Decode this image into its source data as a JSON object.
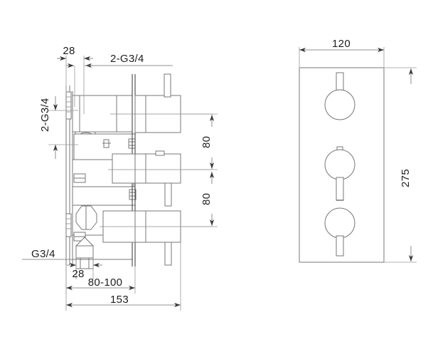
{
  "drawing": {
    "title": "Concealed thermostatic shower valve technical drawing",
    "units": "mm",
    "views": [
      {
        "name": "side-section-view",
        "label": ""
      },
      {
        "name": "front-face-plate-view",
        "label": ""
      }
    ]
  },
  "dimensions": {
    "top_offset": "28",
    "bottom_offset": "28",
    "inlet_top": "2-G3/4",
    "inlet_left": "2-G3/4",
    "outlet_bottom": "G3/4",
    "spacing_upper": "80",
    "spacing_lower": "80",
    "wall_depth_range": "80-100",
    "overall_depth": "153",
    "plate_width": "120",
    "plate_height": "275"
  },
  "labels": [
    {
      "name": "dim-28-top",
      "text": "28"
    },
    {
      "name": "dim-2-g34-top",
      "text": "2-G3/4"
    },
    {
      "name": "dim-2-g34-left",
      "text": "2-G3/4"
    },
    {
      "name": "dim-80-upper",
      "text": "80"
    },
    {
      "name": "dim-80-lower",
      "text": "80"
    },
    {
      "name": "dim-g34-bottom",
      "text": "G3/4"
    },
    {
      "name": "dim-28-bottom",
      "text": "28"
    },
    {
      "name": "dim-80-100",
      "text": "80-100"
    },
    {
      "name": "dim-153",
      "text": "153"
    },
    {
      "name": "dim-120",
      "text": "120"
    },
    {
      "name": "dim-275",
      "text": "275"
    }
  ],
  "colors": {
    "line": "#77777a",
    "line_dark": "#333336",
    "dimension": "#6f6f72",
    "text": "#1d1d1f",
    "background": "#ffffff"
  },
  "controls": [
    {
      "name": "knob-top-diverter",
      "lever": "up"
    },
    {
      "name": "knob-middle-thermostat",
      "lever": "down"
    },
    {
      "name": "knob-bottom-flow",
      "lever": "down"
    }
  ]
}
